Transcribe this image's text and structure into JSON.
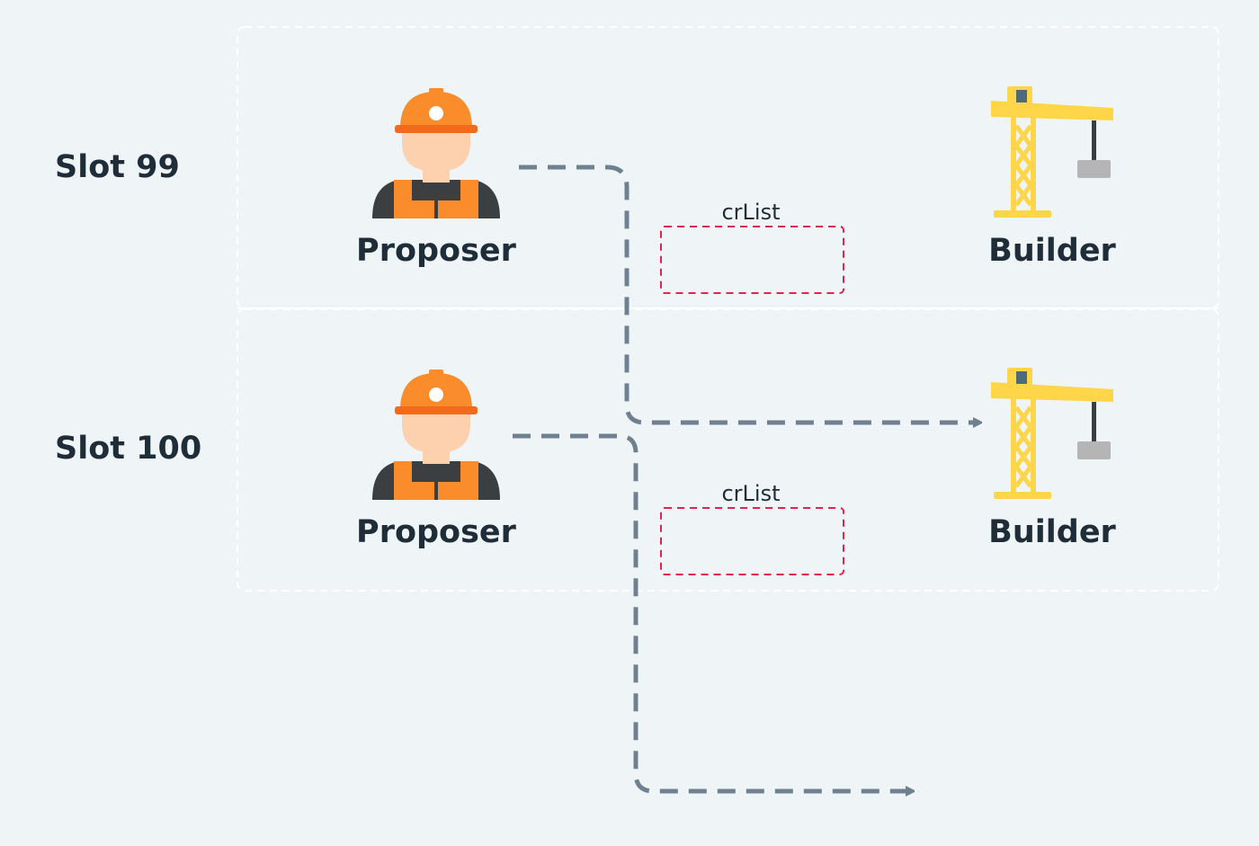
{
  "slots": [
    {
      "label": "Slot 99",
      "proposer_label": "Proposer",
      "builder_label": "Builder",
      "list_label": "crList"
    },
    {
      "label": "Slot 100",
      "proposer_label": "Proposer",
      "builder_label": "Builder",
      "list_label": "crList"
    }
  ],
  "colors": {
    "background": "#eff4f7",
    "slot_border": "#ffffff",
    "flow_arrow": "#6f8190",
    "crlist_border": "#e0244a",
    "text": "#1f2d38",
    "helmet": "#fb8c2b",
    "skin": "#fdd0ae",
    "vest": "#fb8c2b",
    "shirt": "#3b3f42",
    "crane": "#ffd54a",
    "crane_cab": "#4d6b78",
    "weight": "#b5b5b5"
  },
  "icons": {
    "proposer": "worker-icon",
    "builder": "crane-icon"
  }
}
